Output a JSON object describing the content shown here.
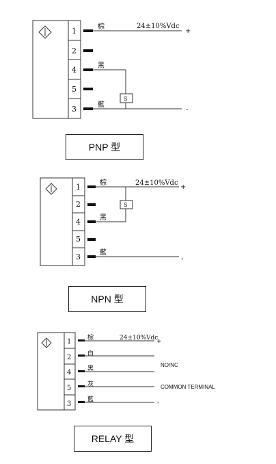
{
  "panels": [
    {
      "caption": "PNP 型",
      "supply": "24±10%Vdc",
      "pins": [
        {
          "num": "1",
          "color": "棕",
          "pol": "+"
        },
        {
          "num": "2",
          "color": "",
          "pol": ""
        },
        {
          "num": "4",
          "color": "黑",
          "pol": ""
        },
        {
          "num": "5",
          "color": "",
          "pol": ""
        },
        {
          "num": "3",
          "color": "藍",
          "pol": "-"
        }
      ],
      "load_label": "S"
    },
    {
      "caption": "NPN 型",
      "supply": "24±10%Vdc",
      "pins": [
        {
          "num": "1",
          "color": "棕",
          "pol": "+"
        },
        {
          "num": "2",
          "color": "",
          "pol": ""
        },
        {
          "num": "4",
          "color": "黑",
          "pol": ""
        },
        {
          "num": "5",
          "color": "",
          "pol": ""
        },
        {
          "num": "3",
          "color": "藍",
          "pol": "-"
        }
      ],
      "load_label": "S"
    },
    {
      "caption": "RELAY 型",
      "supply": "24±10%Vdc",
      "pins": [
        {
          "num": "1",
          "color": "棕",
          "pol": "+"
        },
        {
          "num": "2",
          "color": "白",
          "pol": ""
        },
        {
          "num": "4",
          "color": "黑",
          "pol": ""
        },
        {
          "num": "5",
          "color": "灰",
          "pol": ""
        },
        {
          "num": "3",
          "color": "藍",
          "pol": "-"
        }
      ],
      "notes": {
        "no_nc": "NO/NC",
        "common": "COMMON TERMINAL"
      }
    }
  ]
}
